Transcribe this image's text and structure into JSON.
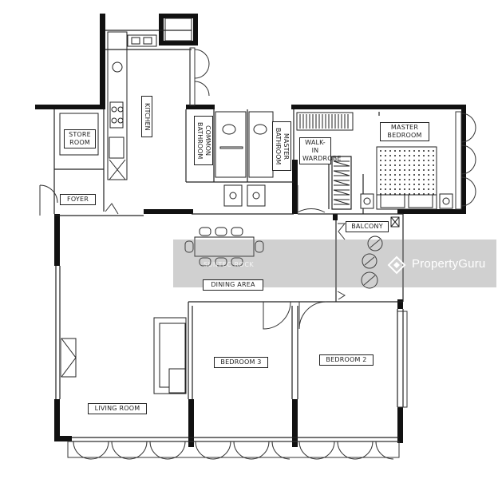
{
  "rooms": {
    "store_room": "STORE\nROOM",
    "kitchen": "KITCHEN",
    "foyer": "FOYER",
    "common_bathroom": "COMMON\nBATHROOM",
    "master_bathroom": "MASTER\nBATHROOM",
    "walk_in_wardrobe": "WALK-IN\nWARDROBE",
    "master_bedroom": "MASTER\nBEDROOM",
    "balcony": "BALCONY",
    "dining_area": "DINING AREA",
    "bedroom_3": "BEDROOM 3",
    "bedroom_2": "BEDROOM 2",
    "living_room": "LIVING ROOM"
  },
  "watermark": {
    "brand": "PropertyGuru",
    "faint_text": "SUNTEC ROCK",
    "bar_color": "#808080"
  }
}
